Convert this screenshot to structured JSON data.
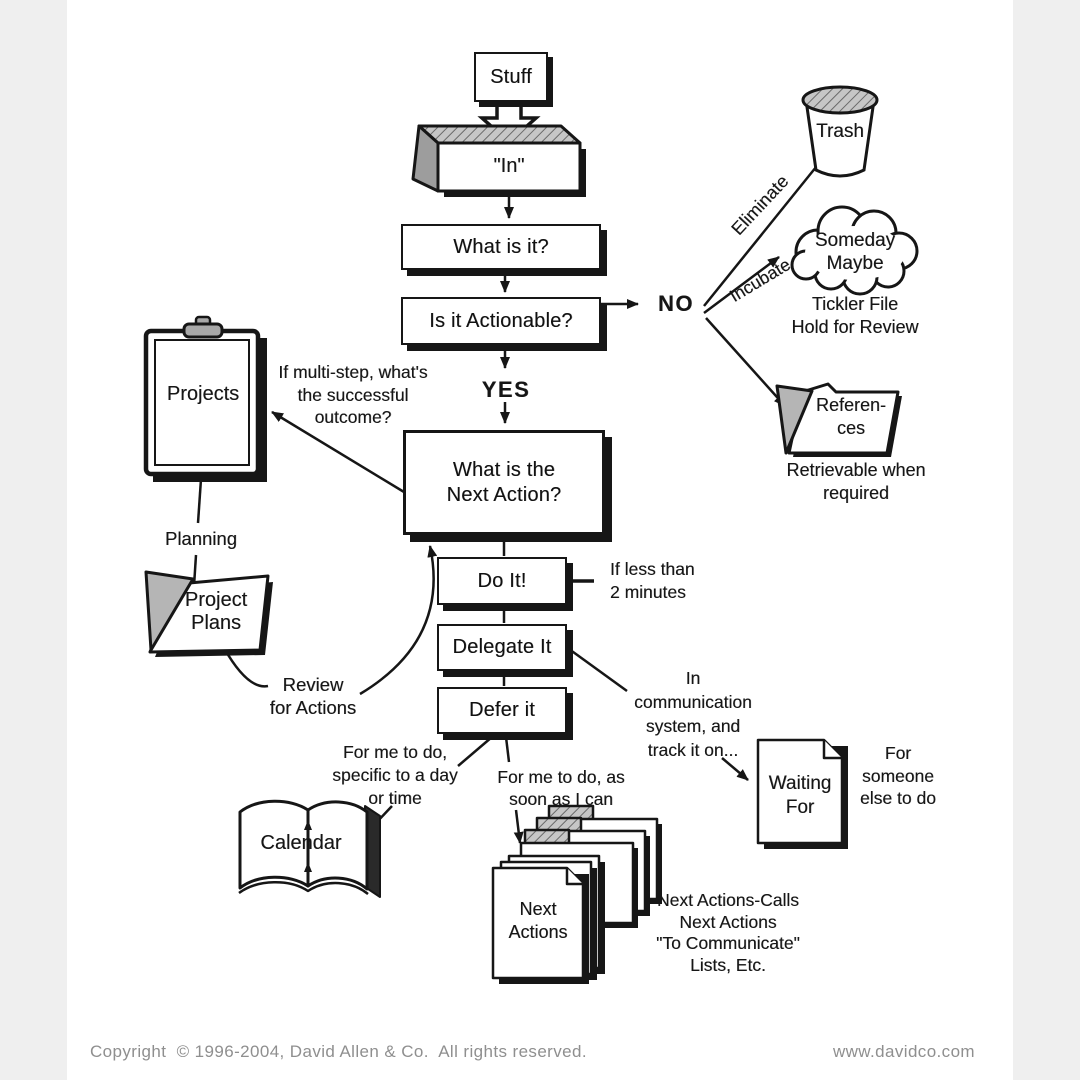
{
  "diagram": {
    "boxes": {
      "stuff": "Stuff",
      "in_tray": "\"In\"",
      "what_is_it": "What is it?",
      "is_it_actionable": "Is it Actionable?",
      "next_action": [
        "What is the",
        "Next Action?"
      ],
      "do_it": "Do It!",
      "delegate_it": "Delegate It",
      "defer_it": "Defer it"
    },
    "decisions": {
      "no": "NO",
      "yes": "YES"
    },
    "containers": {
      "trash": "Trash",
      "someday_maybe": [
        "Someday",
        "Maybe"
      ],
      "references": [
        "Referen-",
        "ces"
      ],
      "projects": "Projects",
      "project_plans": [
        "Project",
        "Plans"
      ],
      "calendar": "Calendar",
      "next_actions": [
        "Next",
        "Actions"
      ],
      "waiting_for": [
        "Waiting",
        "For"
      ]
    },
    "labels": {
      "eliminate": "Eliminate",
      "incubate": "Incubate",
      "tickler_file": [
        "Tickler File",
        "Hold for Review"
      ],
      "retrievable": [
        "Retrievable when",
        "required"
      ],
      "multi_step": [
        "If multi-step, what's",
        "the successful",
        "outcome?"
      ],
      "planning": "Planning",
      "review_for_actions": [
        "Review",
        "for Actions"
      ],
      "two_minutes": [
        "If less than",
        "2 minutes"
      ],
      "communication": [
        "In",
        "communication",
        "system, and",
        "track it on..."
      ],
      "defer_day": [
        "For me to do,",
        "specific to a day",
        "or time"
      ],
      "defer_soon": [
        "For me to do, as",
        "soon as I can"
      ],
      "someone_else": [
        "For",
        "someone",
        "else to do"
      ],
      "lists": [
        "Next Actions-Calls",
        "Next Actions",
        "\"To Communicate\"",
        "Lists, Etc."
      ]
    }
  },
  "footer": {
    "copyright": "Copyright  © 1996-2004, David Allen & Co.  All rights reserved.",
    "website": "www.davidco.com"
  },
  "colors": {
    "ink": "#161616",
    "paper": "#ffffff",
    "margin": "#efefef",
    "gray_fill": "#b5b5b5",
    "footer_text": "#8f8f8f"
  }
}
